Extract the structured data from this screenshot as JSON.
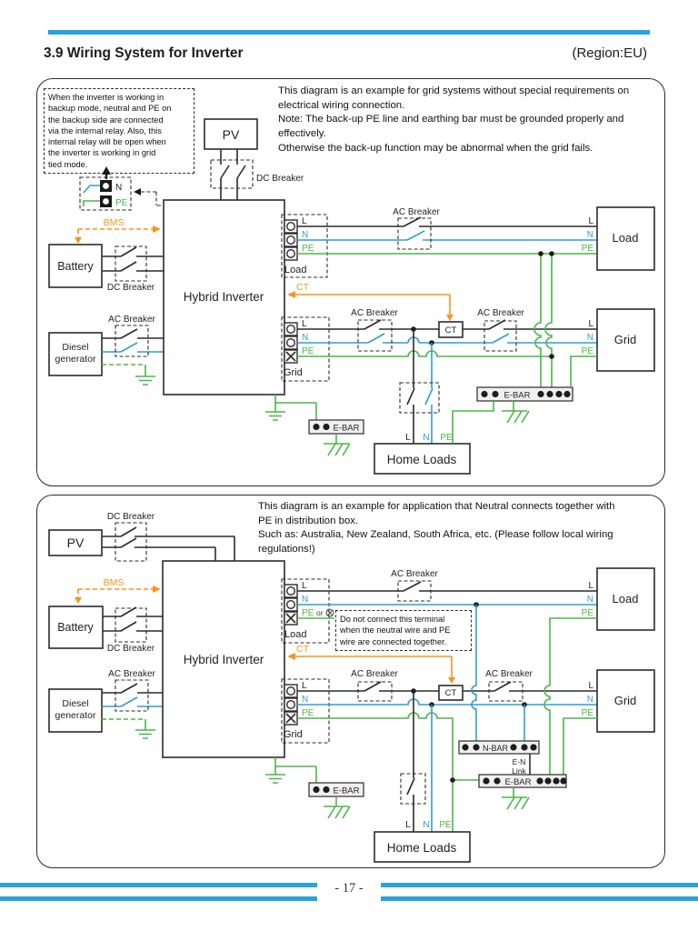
{
  "header": {
    "title": "3.9 Wiring System for Inverter",
    "region": "(Region:EU)"
  },
  "footer": {
    "page": "- 17 -"
  },
  "labels": {
    "pv": "PV",
    "battery": "Battery",
    "diesel_line1": "Diesel",
    "diesel_line2": "generator",
    "inverter": "Hybrid Inverter",
    "load": "Load",
    "grid": "Grid",
    "home_loads": "Home Loads",
    "ac_breaker": "AC Breaker",
    "dc_breaker": "DC Breaker",
    "bms": "BMS",
    "ct": "CT",
    "e_bar": "E-BAR",
    "n_bar": "N-BAR",
    "en_line1": "E-N",
    "en_line2": "Link",
    "l": "L",
    "n": "N",
    "pe": "PE",
    "or": "or"
  },
  "panel1": {
    "note": "When the inverter is working in\nbackup mode, neutral and PE on\nthe backup side are connected\nvia the internal relay. Also, this\ninternal relay will be open when\nthe inverter is working in grid\ntied mode.",
    "description": "This diagram is an example for grid systems without special requirements on\nelectrical wiring connection.\nNote: The back-up PE line and earthing bar must be grounded properly and\neffectively.\nOtherwise the back-up function may be abnormal when the grid fails."
  },
  "panel2": {
    "description": "This diagram is an example for application that Neutral connects together with\nPE in distribution box.\nSuch as: Australia, New Zealand, South Africa, etc. (Please follow local wiring\nregulations!)",
    "warning": "Do not connect this terminal\nwhen the neutral wire and PE\nwire are connected together."
  },
  "colors": {
    "line": "#2d2a2b",
    "neutral": "#2f9dd8",
    "pe": "#4bb649",
    "accent": "#f7941e",
    "band": "#2aa2db"
  }
}
